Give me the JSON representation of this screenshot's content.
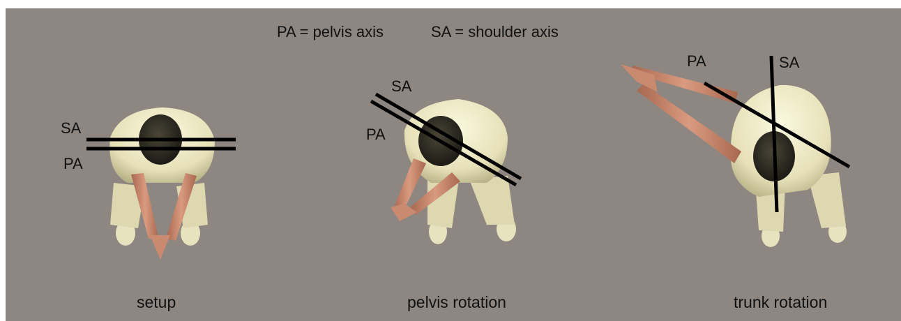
{
  "legend": {
    "pa_definition": "PA = pelvis axis",
    "sa_definition": "SA = shoulder axis"
  },
  "panels": [
    {
      "caption": "setup",
      "sa_label": "SA",
      "pa_label": "PA"
    },
    {
      "caption": "pelvis rotation",
      "sa_label": "SA",
      "pa_label": "PA"
    },
    {
      "caption": "trunk rotation",
      "sa_label": "SA",
      "pa_label": "PA"
    }
  ],
  "colors": {
    "background": "#8e8680",
    "axis_line": "#000000",
    "shirt": "#f0ecc8",
    "skin": "#c98a70",
    "hair": "#2b2a22"
  }
}
